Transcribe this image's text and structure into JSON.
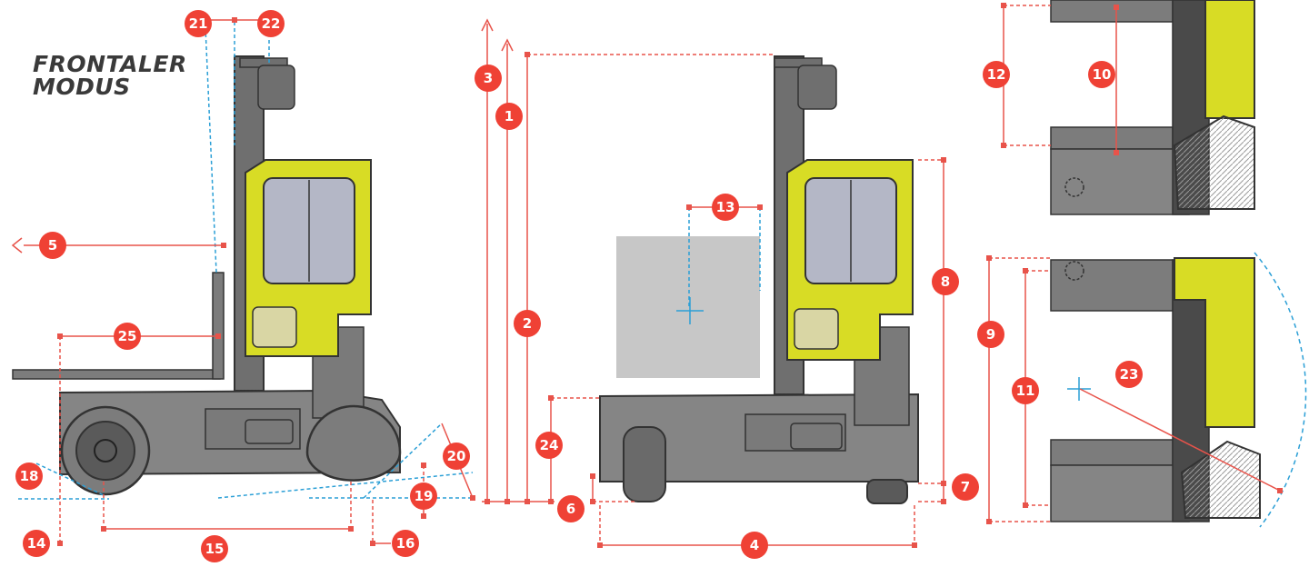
{
  "title": {
    "line1": "FRONTALER",
    "line2": "MODUS"
  },
  "colors": {
    "badge": "#ef4135",
    "dim_line": "#e8534a",
    "guide_line": "#2b9fd6",
    "body": "#7c7c7c",
    "body_dark": "#3b3b3b",
    "cab": "#d8dc25",
    "glass": "#b4b7c6",
    "load": "#c7c7c7"
  },
  "callouts": [
    "1",
    "2",
    "3",
    "4",
    "5",
    "6",
    "7",
    "8",
    "9",
    "10",
    "11",
    "12",
    "13",
    "14",
    "15",
    "16",
    "18",
    "19",
    "20",
    "21",
    "22",
    "23",
    "24",
    "25"
  ]
}
